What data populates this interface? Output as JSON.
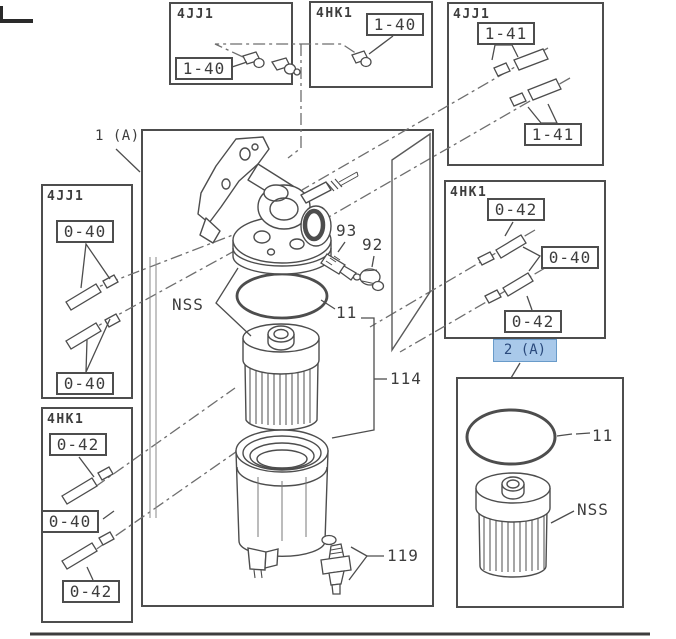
{
  "colors": {
    "line": "#4d4d4d",
    "construction_line": "#6e6e6e",
    "text": "#3d3d3d",
    "highlight_fill": "#a9c9ea",
    "highlight_border": "#699bc9",
    "highlight_text": "#2b4a7c",
    "background": "#ffffff"
  },
  "panels": {
    "top_left": {
      "title": "4JJ1",
      "tag": "1-40"
    },
    "top_mid": {
      "title": "4HK1",
      "tag": "1-40"
    },
    "top_right": {
      "title": "4JJ1",
      "tag_upper": "1-41",
      "tag_lower": "1-41"
    },
    "mid_left": {
      "title": "4JJ1",
      "tag_upper": "0-40",
      "tag_lower": "0-40"
    },
    "bottom_left": {
      "title": "4HK1",
      "tag_upper": "0-42",
      "tag_mid": "0-40",
      "tag_lower": "0-42"
    },
    "mid_right": {
      "title": "4HK1",
      "tag_upper": "0-42",
      "tag_mid": "0-40",
      "tag_lower": "0-42"
    }
  },
  "main_assembly": {
    "callout": "1 (A)",
    "nss": "NSS",
    "oring": "11",
    "vent_plug": "93",
    "plug": "92",
    "bowl_kit": "114",
    "sensor": "119"
  },
  "variant_detail": {
    "callout": "2 (A)",
    "oring": "11",
    "element": "NSS"
  }
}
